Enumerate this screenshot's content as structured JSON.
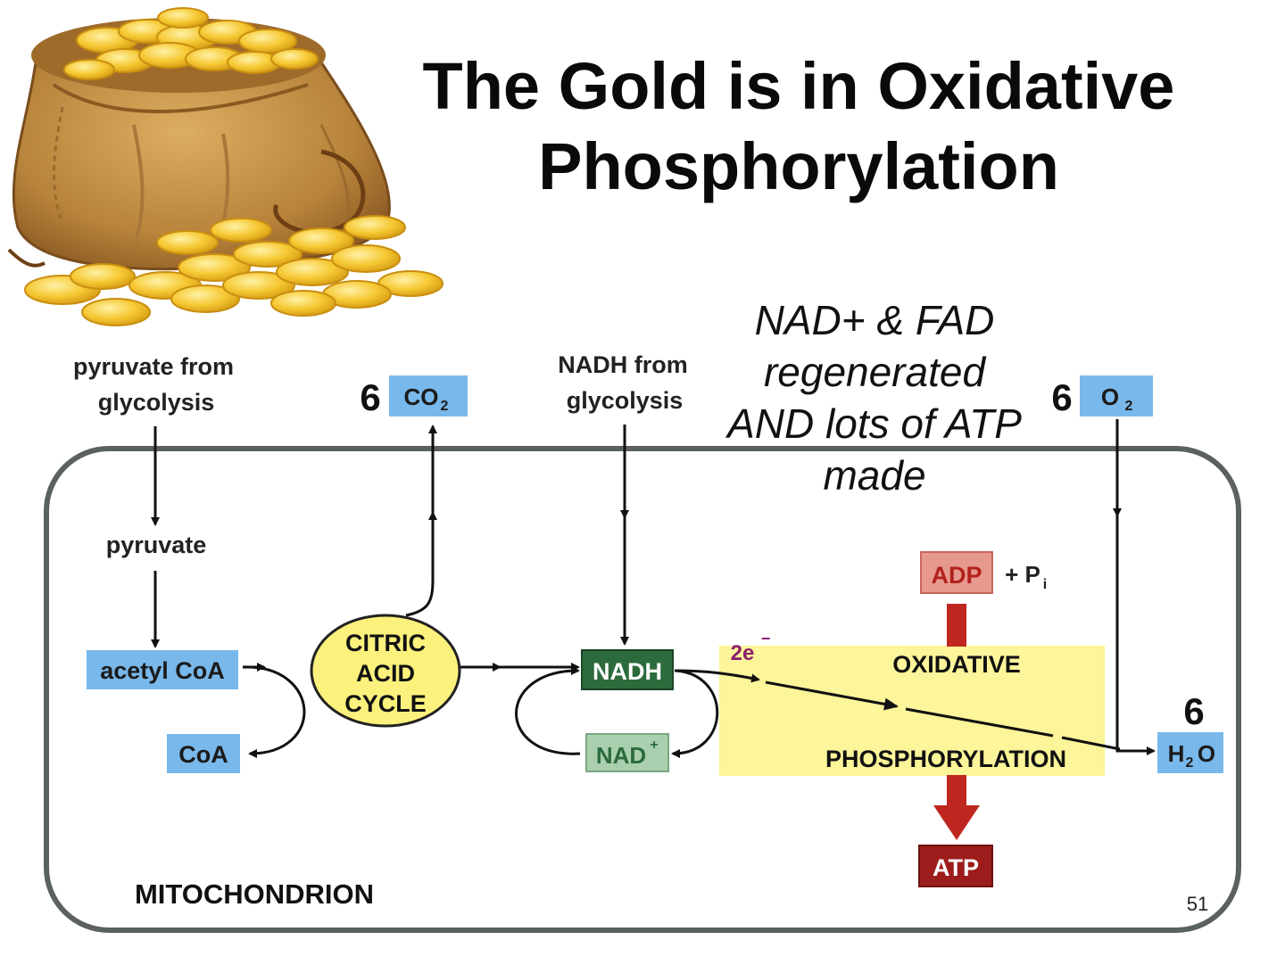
{
  "title": {
    "line1": "The Gold is in Oxidative",
    "line2": "Phosphorylation"
  },
  "illustration": {
    "icon": "gold-coin-bag-icon"
  },
  "annotation": {
    "line1": "NAD+ & FAD",
    "line2": "regenerated",
    "line3": "AND lots of ATP",
    "line4": "made"
  },
  "diagram": {
    "pyruvate_from_line1": "pyruvate from",
    "pyruvate_from_line2": "glycolysis",
    "pyruvate": "pyruvate",
    "acetyl_coa": "acetyl CoA",
    "coa": "CoA",
    "citric_line1": "CITRIC",
    "citric_line2": "ACID",
    "citric_line3": "CYCLE",
    "co2_coef": "6",
    "co2": "CO",
    "co2_sub": "2",
    "nadh_from_line1": "NADH from",
    "nadh_from_line2": "glycolysis",
    "nadh": "NADH",
    "nad_plus": "NAD",
    "nad_plus_sup": "+",
    "o2_coef": "6",
    "o2": "O",
    "o2_sub": "2",
    "adp": "ADP",
    "plus_pi": "+ P",
    "pi_sub": "i",
    "electrons": "2e",
    "electrons_sup": "−",
    "ox_line1": "OXIDATIVE",
    "ox_line2": "PHOSPHORYLATION",
    "atp": "ATP",
    "h2o_coef": "6",
    "h2o_h": "H",
    "h2o_sub": "2",
    "h2o_o": "O",
    "compartment": "MITOCHONDRION"
  },
  "slide_number": "51",
  "colors": {
    "label_blue": "#79b8ea",
    "citric_yellow": "#fbf17c",
    "oxphos_yellow": "#fcf59a",
    "nadh_green": "#2c6b3c",
    "nad_green_light": "#a9cfae",
    "adp_red_light": "#e7998e",
    "atp_red": "#9c1d1b",
    "arrow_red": "#c02620",
    "mito_border": "#5a615f"
  }
}
